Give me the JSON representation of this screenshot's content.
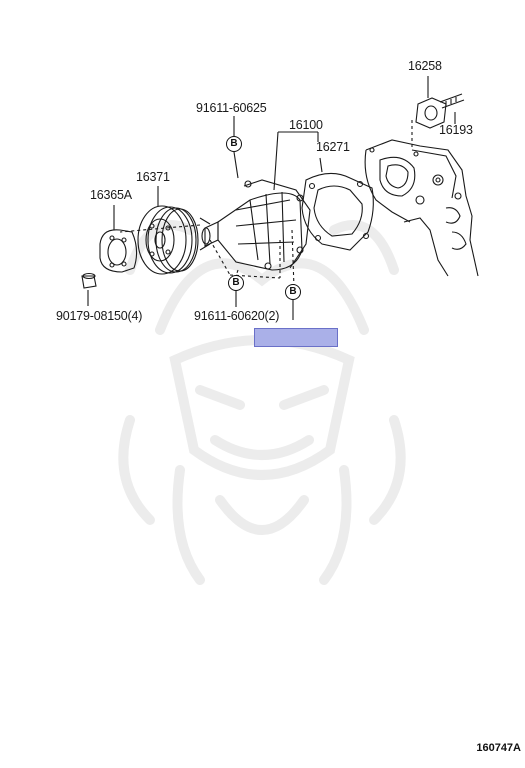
{
  "colors": {
    "highlight_fill": "#aab0e8",
    "highlight_border": "#6a70c8",
    "line": "#1a1a1a",
    "watermark": "#ececec"
  },
  "icons": [
    "samurai-helmet-watermark-icon"
  ],
  "labels": {
    "part_16258": "16258",
    "part_16193": "16193",
    "part_91611_60625": "91611-60625",
    "part_16100": "16100",
    "part_16271": "16271",
    "part_16371": "16371",
    "part_16365A": "16365A",
    "part_90179_08150": "90179-08150(4)",
    "part_91611_60620": "91611-60620(2)"
  },
  "bubbles": {
    "top": "B",
    "lower_left": "B",
    "lower_right": "B"
  },
  "diagram_code": "160747A"
}
